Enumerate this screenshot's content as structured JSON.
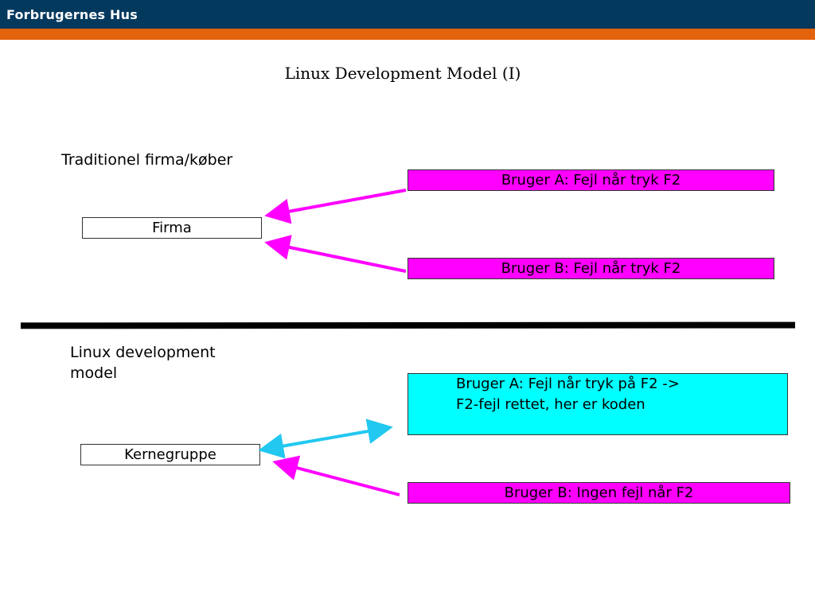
{
  "header": {
    "logo_text": "Forbrugernes Hus",
    "colors": {
      "bar": "#04395e",
      "stripe": "#e3620c"
    }
  },
  "slide": {
    "title": "Linux Development Model (I)",
    "top_section": {
      "label": "Traditionel firma/køber",
      "center_box": "Firma",
      "user_a": "Bruger A: Fejl når tryk F2",
      "user_b": "Bruger B: Fejl når tryk F2"
    },
    "bottom_section": {
      "label_line1": "Linux development",
      "label_line2": "model",
      "center_box": "Kernegruppe",
      "user_a_line1": "Bruger A: Fejl når tryk på F2 ->",
      "user_a_line2": "F2-fejl rettet, her er koden",
      "user_b": "Bruger B: Ingen fejl når F2"
    }
  },
  "colors": {
    "magenta": "#ff00ff",
    "cyan": "#00ffff"
  }
}
